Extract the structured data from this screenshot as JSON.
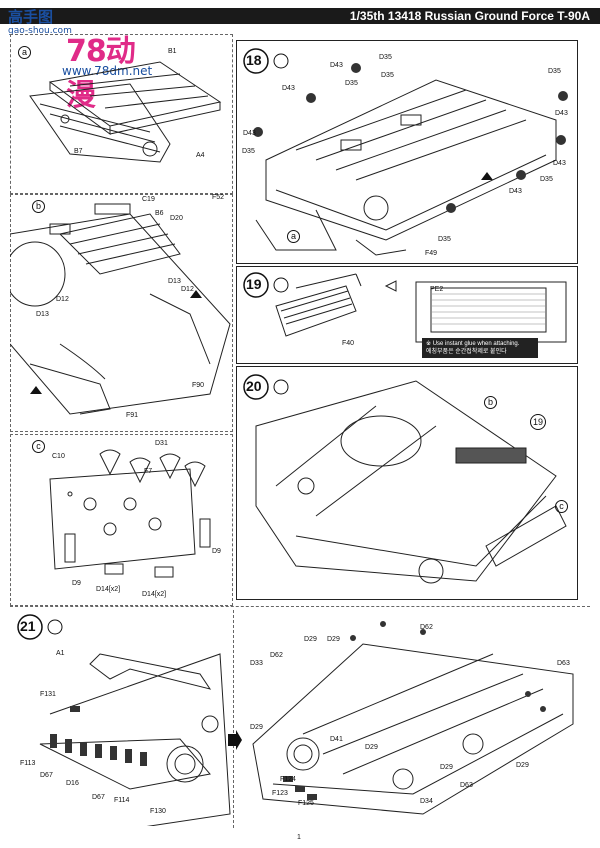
{
  "header": {
    "title": "1/35th 13418 Russian Ground Force T-90A"
  },
  "logo": {
    "cn": "高手图",
    "url_small": "gao-shou.com",
    "big": "78动漫",
    "url": "www.78dm.net"
  },
  "panel_a": {
    "letter": "a",
    "labels": [
      "B1",
      "B7",
      "A4"
    ]
  },
  "panel_b": {
    "letter": "b",
    "labels": [
      "C19",
      "B6",
      "D20",
      "D12",
      "D13",
      "D13",
      "D12",
      "F91",
      "F90"
    ]
  },
  "panel_c": {
    "letter": "c",
    "labels": [
      "D31",
      "C10",
      "F7",
      "D9",
      "D9",
      "D14[x2]",
      "D14[x2]"
    ]
  },
  "step18": {
    "num": "18",
    "labels": [
      "D35",
      "D43",
      "D35",
      "D35",
      "D43",
      "D35",
      "D43",
      "D43",
      "D35",
      "D43",
      "D35",
      "D43",
      "F52",
      "F49",
      "D35",
      "a"
    ]
  },
  "step19": {
    "num": "19",
    "labels": [
      "F40",
      "PE2"
    ],
    "note": "※ Use instant glue when attaching.",
    "note_kr": "에칭부품은 순간접착제로 붙인다"
  },
  "step20": {
    "num": "20",
    "labels": [
      "b",
      "19",
      "c"
    ]
  },
  "step21": {
    "num": "21",
    "left_labels": [
      "A1",
      "F131",
      "F113",
      "D67",
      "D16",
      "D67",
      "F114",
      "F130"
    ],
    "right_labels": [
      "D29",
      "D62",
      "D33",
      "D62",
      "D29",
      "D41",
      "D29",
      "D63",
      "D29",
      "F124",
      "F123",
      "F125",
      "D34",
      "D63",
      "D29",
      "D29"
    ]
  },
  "page_number": "1"
}
